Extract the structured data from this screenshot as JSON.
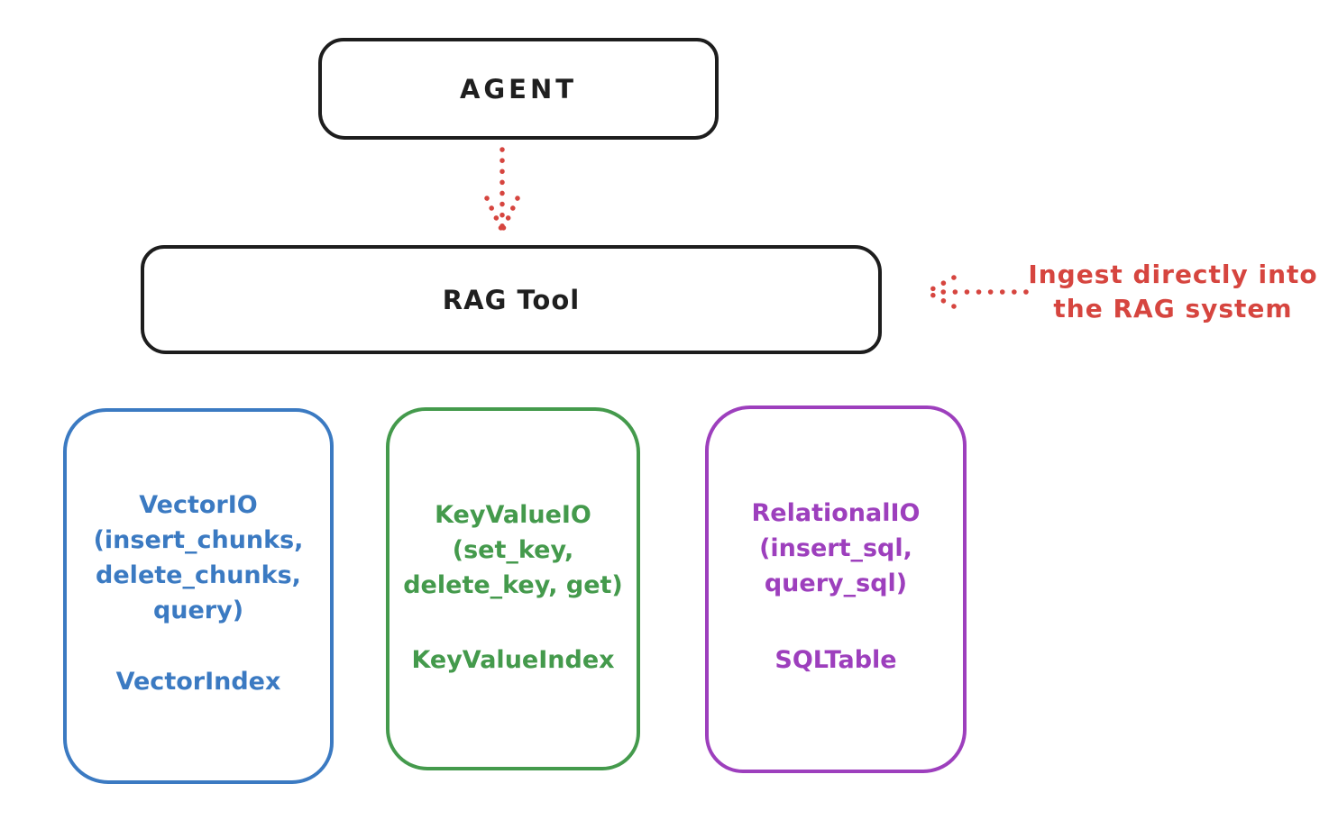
{
  "diagram": {
    "agent_box": {
      "label": "AGENT"
    },
    "rag_tool_box": {
      "label": "RAG Tool"
    },
    "agent_to_rag_arrow": {
      "style": "dotted",
      "direction": "down",
      "color": "#d6453f"
    },
    "annotation": {
      "line1": "Ingest directly into",
      "line2": "the RAG system",
      "arrow_direction": "left",
      "arrow_style": "dotted",
      "color": "#d6453f"
    },
    "storage_boxes": [
      {
        "id": "vector-io",
        "color": "#3b7ac2",
        "lines": [
          "VectorIO",
          "(insert_chunks,",
          "delete_chunks,",
          "query)"
        ],
        "index_label": "VectorIndex"
      },
      {
        "id": "keyvalue-io",
        "color": "#449a4c",
        "lines": [
          "KeyValueIO",
          "(set_key,",
          "delete_key, get)"
        ],
        "index_label": "KeyValueIndex"
      },
      {
        "id": "relational-io",
        "color": "#9d3fbd",
        "lines": [
          "RelationalIO",
          "(insert_sql,",
          "query_sql)"
        ],
        "index_label": "SQLTable"
      }
    ],
    "colors": {
      "outline_black": "#1d1d1d",
      "accent_red": "#d6453f",
      "accent_blue": "#3b7ac2",
      "accent_green": "#449a4c",
      "accent_purple": "#9d3fbd",
      "background": "#ffffff"
    }
  }
}
